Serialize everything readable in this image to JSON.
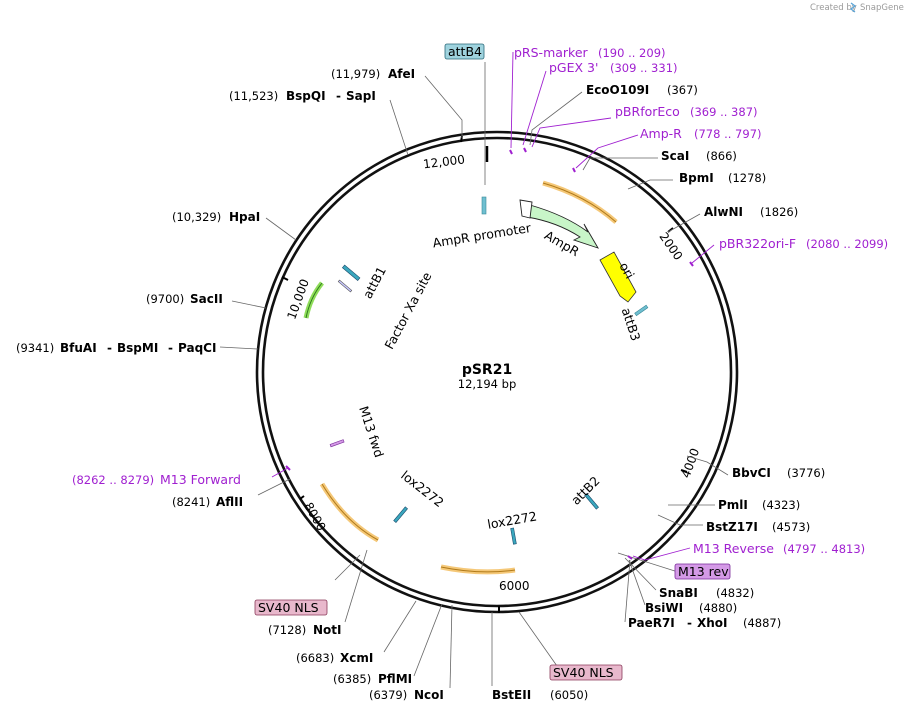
{
  "credit": {
    "prefix": "Created by",
    "brand": "SnapGene"
  },
  "plasmid": {
    "name": "pSR21",
    "size_label": "12,194 bp"
  },
  "ticks": [
    "12,000",
    "2000",
    "4000",
    "6000",
    "8000",
    "10,000"
  ],
  "enzymes": {
    "afei": {
      "name": "AfeI",
      "coord": "(11,979)"
    },
    "bspqi_sapi": {
      "name1": "BspQI",
      "sep": "-",
      "name2": "SapI",
      "coord": "(11,523)"
    },
    "ecoo109i": {
      "name": "EcoO109I",
      "coord": "(367)"
    },
    "scai": {
      "name": "ScaI",
      "coord": "(866)"
    },
    "bpmi": {
      "name": "BpmI",
      "coord": "(1278)"
    },
    "alwni": {
      "name": "AlwNI",
      "coord": "(1826)"
    },
    "hpai": {
      "name": "HpaI",
      "coord": "(10,329)"
    },
    "sacii": {
      "name": "SacII",
      "coord": "(9700)"
    },
    "bfuai": {
      "name1": "BfuAI",
      "sep1": "-",
      "name2": "BspMI",
      "sep2": "-",
      "name3": "PaqCI",
      "coord": "(9341)"
    },
    "bbvci": {
      "name": "BbvCI",
      "coord": "(3776)"
    },
    "pmli": {
      "name": "PmlI",
      "coord": "(4323)"
    },
    "bstz17i": {
      "name": "BstZ17I",
      "coord": "(4573)"
    },
    "snabi": {
      "name": "SnaBI",
      "coord": "(4832)"
    },
    "bsiwi": {
      "name": "BsiWI",
      "coord": "(4880)"
    },
    "paer7i_xhoi": {
      "name1": "PaeR7I",
      "sep": "-",
      "name2": "XhoI",
      "coord": "(4887)"
    },
    "aflii": {
      "name": "AflII",
      "coord": "(8241)"
    },
    "noti": {
      "name": "NotI",
      "coord": "(7128)"
    },
    "xcmi": {
      "name": "XcmI",
      "coord": "(6683)"
    },
    "pflmi": {
      "name": "PflMI",
      "coord": "(6385)"
    },
    "ncoi": {
      "name": "NcoI",
      "coord": "(6379)"
    },
    "bsteii": {
      "name": "BstEII",
      "coord": "(6050)"
    }
  },
  "features": {
    "prs_marker": {
      "name": "pRS-marker",
      "coord": "(190 .. 209)"
    },
    "pgex3": {
      "name": "pGEX 3'",
      "coord": "(309 .. 331)"
    },
    "pbrforeco": {
      "name": "pBRforEco",
      "coord": "(369 .. 387)"
    },
    "amp_r_primer": {
      "name": "Amp-R",
      "coord": "(778 .. 797)"
    },
    "pbr322ori_f": {
      "name": "pBR322ori-F",
      "coord": "(2080 .. 2099)"
    },
    "m13_reverse": {
      "name": "M13 Reverse",
      "coord": "(4797 .. 4813)"
    },
    "m13_forward": {
      "name": "M13 Forward",
      "coord": "(8262 .. 8279)"
    }
  },
  "boxed_labels": {
    "attb4": "attB4",
    "m13_rev": "M13 rev",
    "sv40_nls_a": "SV40 NLS",
    "sv40_nls_b": "SV40 NLS"
  },
  "inner_labels": {
    "ampr_promoter": "AmpR promoter",
    "ampr": "AmpR",
    "ori": "ori",
    "attb3": "attB3",
    "attb1": "attB1",
    "factor_xa": "Factor Xa site",
    "m13_fwd": "M13 fwd",
    "lox2272_a": "lox2272",
    "lox2272_b": "lox2272",
    "attb2": "attB2"
  },
  "colors": {
    "backbone": "#111111",
    "primer": "#a020d0",
    "orange_feature": "#f5c878",
    "orange_stroke": "#b07a1a",
    "ampr_fill": "#c8f5c8",
    "ori_fill": "#ffff00",
    "att_box": "#9fd3de",
    "sv40_box": "#e8b8cc",
    "m13rev_box": "#d49ae6",
    "green_feature": "#8fdd5a"
  }
}
